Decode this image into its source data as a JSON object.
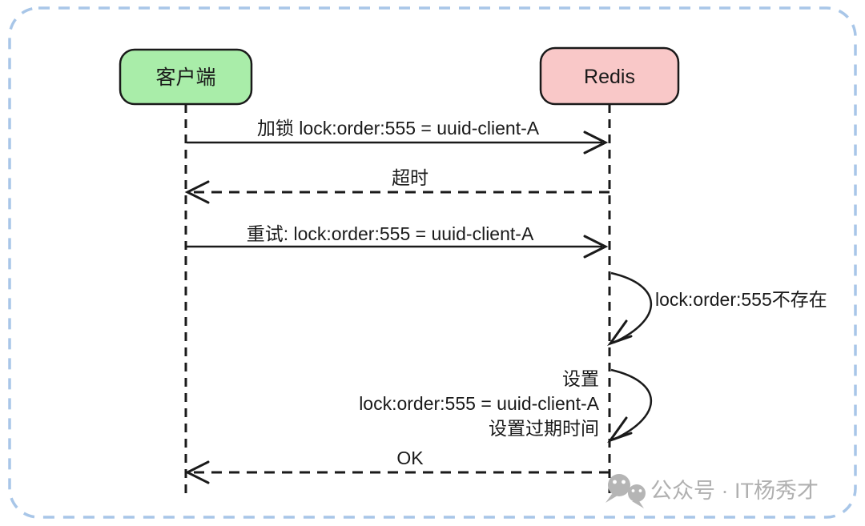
{
  "frame": {
    "border_color": "#a8c6e8",
    "background": "#ffffff"
  },
  "diagram": {
    "line_color": "#1a1a1a",
    "actors": [
      {
        "id": "client",
        "label": "客户端",
        "fill": "#a9eda9",
        "stroke": "#1a1a1a"
      },
      {
        "id": "redis",
        "label": "Redis",
        "fill": "#f9c8c8",
        "stroke": "#1a1a1a"
      }
    ],
    "messages": [
      {
        "seq": 1,
        "from": "client",
        "to": "redis",
        "style": "solid",
        "label": "加锁 lock:order:555 = uuid-client-A"
      },
      {
        "seq": 2,
        "from": "redis",
        "to": "client",
        "style": "dashed",
        "label": "超时"
      },
      {
        "seq": 3,
        "from": "client",
        "to": "redis",
        "style": "solid",
        "label": "重试: lock:order:555 = uuid-client-A"
      },
      {
        "seq": 4,
        "type": "self",
        "on": "redis",
        "label": "lock:order:555不存在"
      },
      {
        "seq": 5,
        "type": "self",
        "on": "redis",
        "label_lines": [
          "设置",
          "lock:order:555 = uuid-client-A",
          "设置过期时间"
        ]
      },
      {
        "seq": 6,
        "from": "redis",
        "to": "client",
        "style": "dashed",
        "label": "OK"
      }
    ]
  },
  "watermark": {
    "icon": "wechat-icon",
    "icon_color": "#b5b5b5",
    "text": "公众号 · IT杨秀才",
    "text_color": "#b0b0b0"
  }
}
